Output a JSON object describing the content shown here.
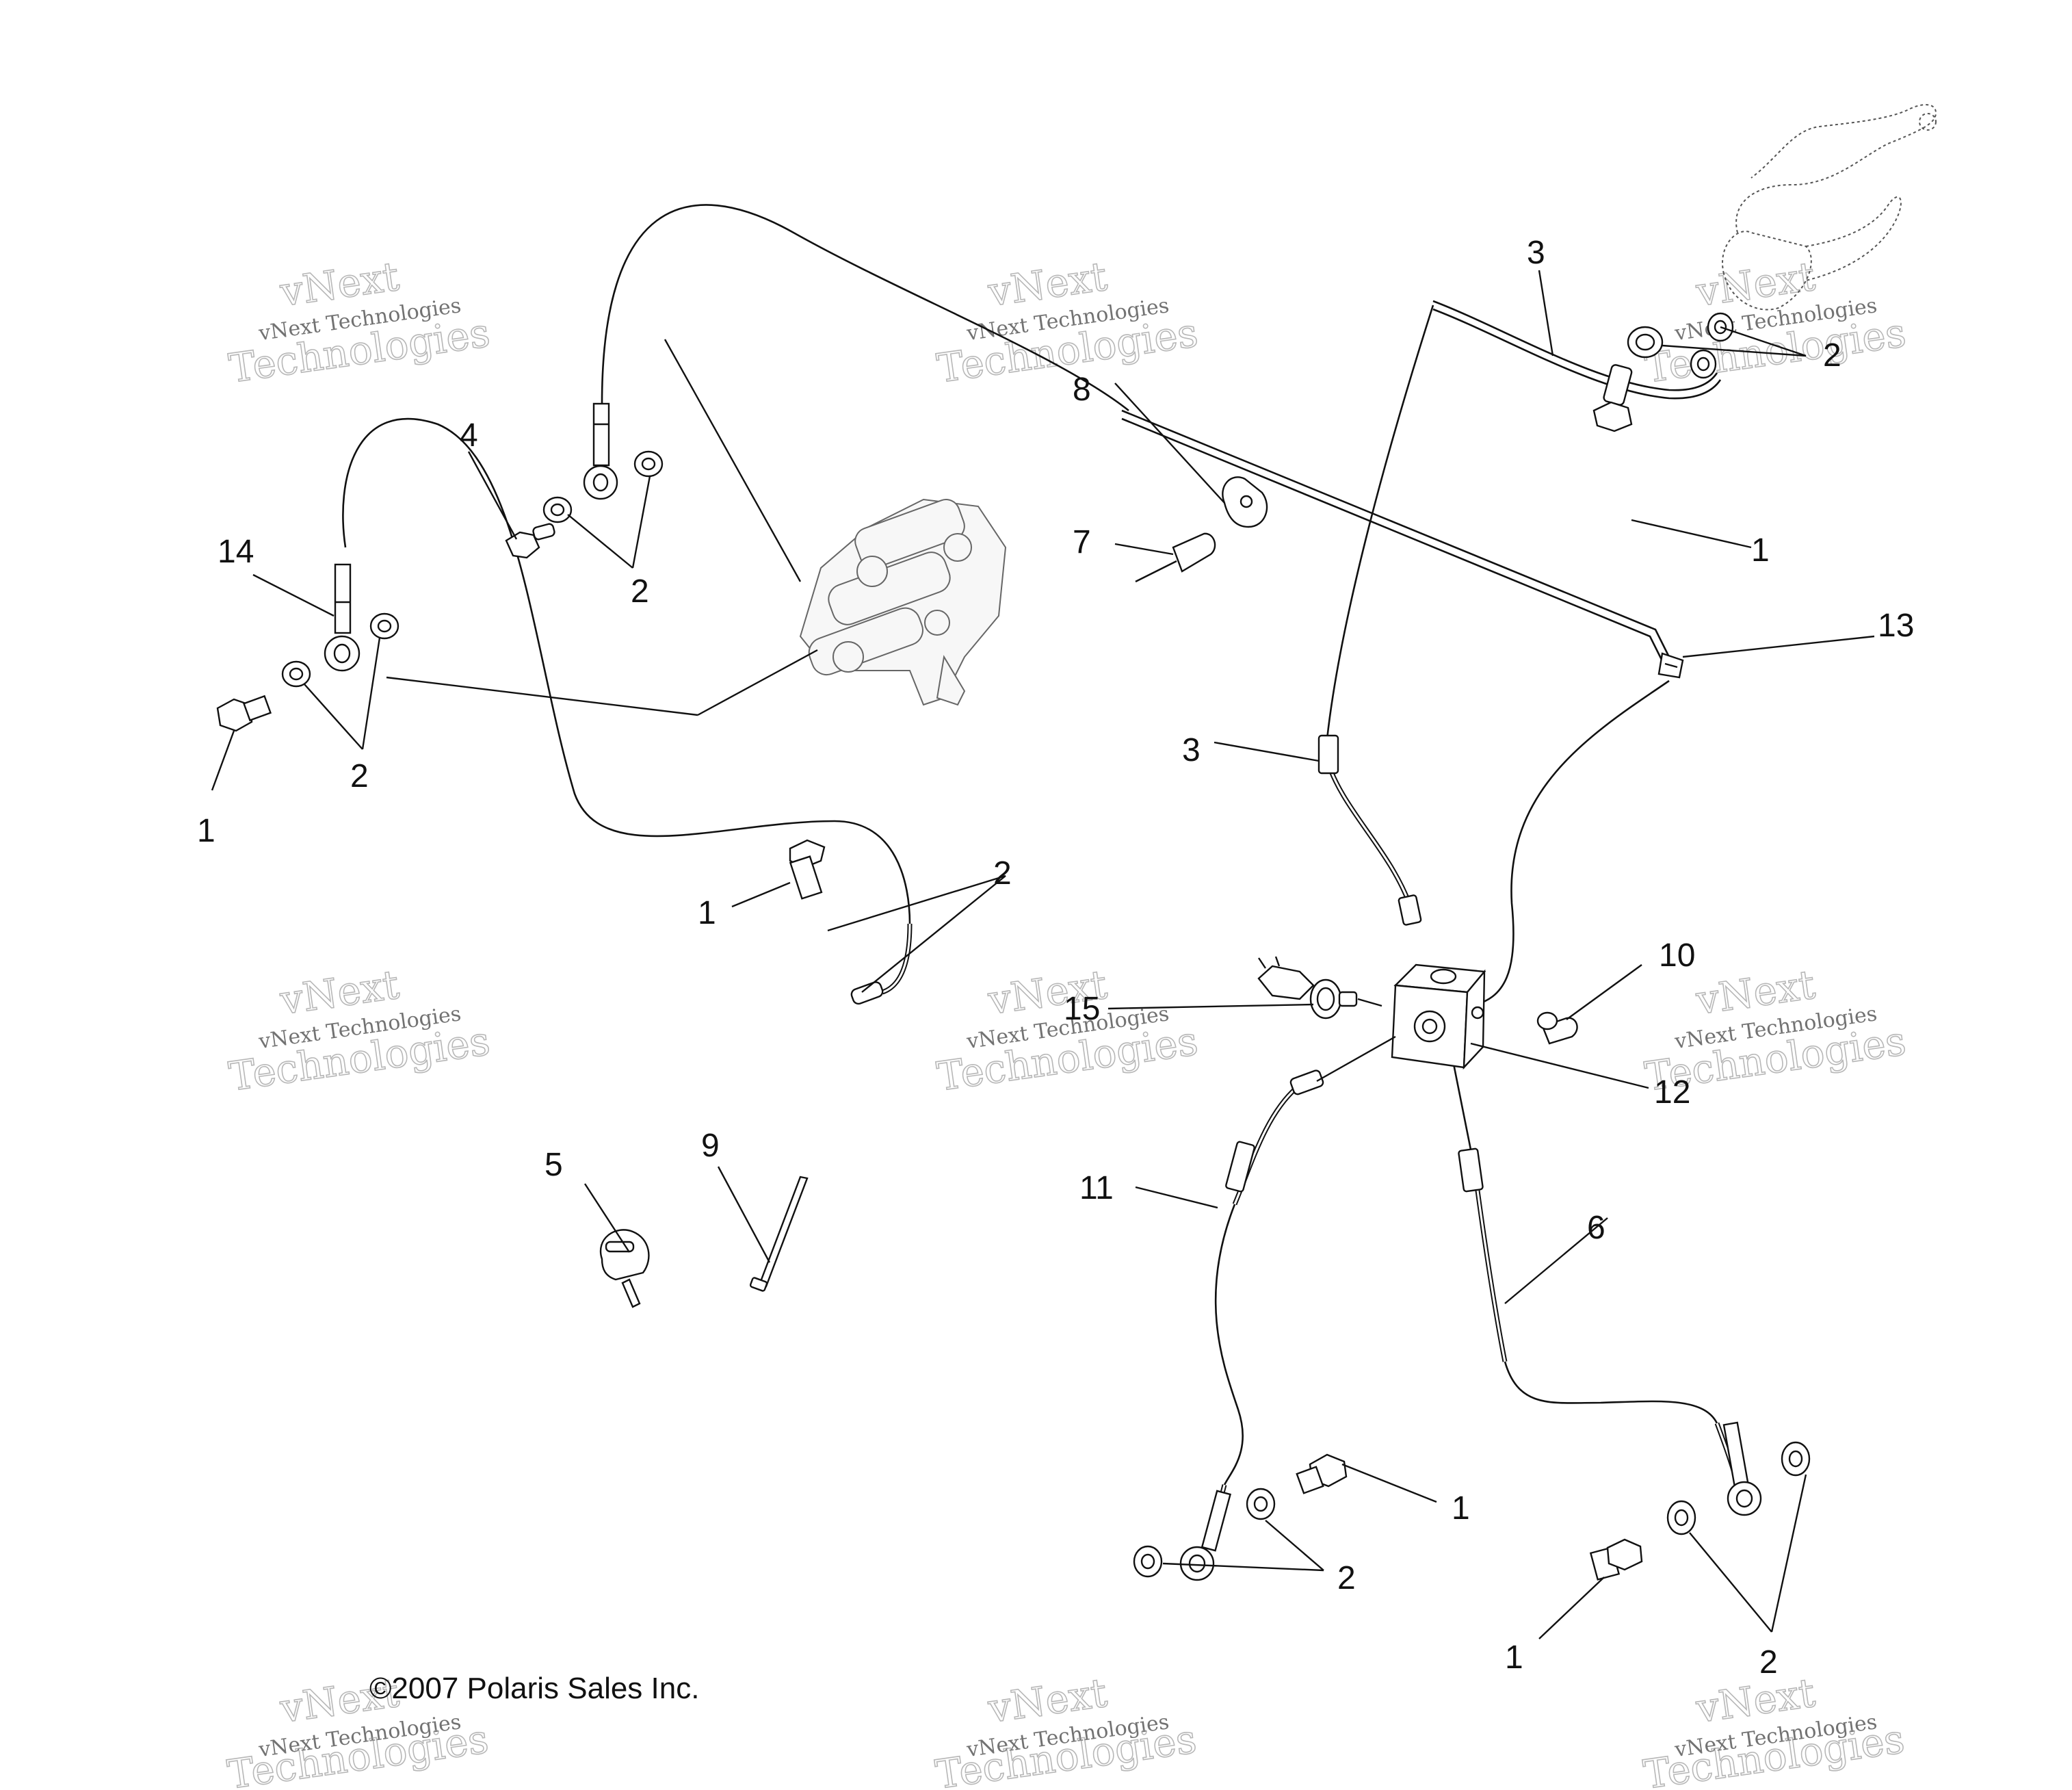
{
  "diagram": {
    "copyright": "©2007 Polaris Sales Inc.",
    "watermark": {
      "line1": "vNext Technologies",
      "line2": "vNext",
      "line3": "Technologies"
    },
    "callouts": [
      {
        "id": "c3-top",
        "text": "3"
      },
      {
        "id": "c2-top-right",
        "text": "2"
      },
      {
        "id": "c1-top-right",
        "text": "1"
      },
      {
        "id": "c13",
        "text": "13"
      },
      {
        "id": "c8",
        "text": "8"
      },
      {
        "id": "c7",
        "text": "7"
      },
      {
        "id": "c4",
        "text": "4"
      },
      {
        "id": "c2-caliper-top",
        "text": "2"
      },
      {
        "id": "c14",
        "text": "14"
      },
      {
        "id": "c2-left",
        "text": "2"
      },
      {
        "id": "c1-left",
        "text": "1"
      },
      {
        "id": "c3-mid",
        "text": "3"
      },
      {
        "id": "c1-mid",
        "text": "1"
      },
      {
        "id": "c2-mid",
        "text": "2"
      },
      {
        "id": "c10",
        "text": "10"
      },
      {
        "id": "c15",
        "text": "15"
      },
      {
        "id": "c12",
        "text": "12"
      },
      {
        "id": "c11",
        "text": "11"
      },
      {
        "id": "c6",
        "text": "6"
      },
      {
        "id": "c5",
        "text": "5"
      },
      {
        "id": "c9",
        "text": "9"
      },
      {
        "id": "c1-bottom-center",
        "text": "1"
      },
      {
        "id": "c2-bottom-center",
        "text": "2"
      },
      {
        "id": "c1-bottom-right",
        "text": "1"
      },
      {
        "id": "c2-bottom-right",
        "text": "2"
      }
    ]
  }
}
